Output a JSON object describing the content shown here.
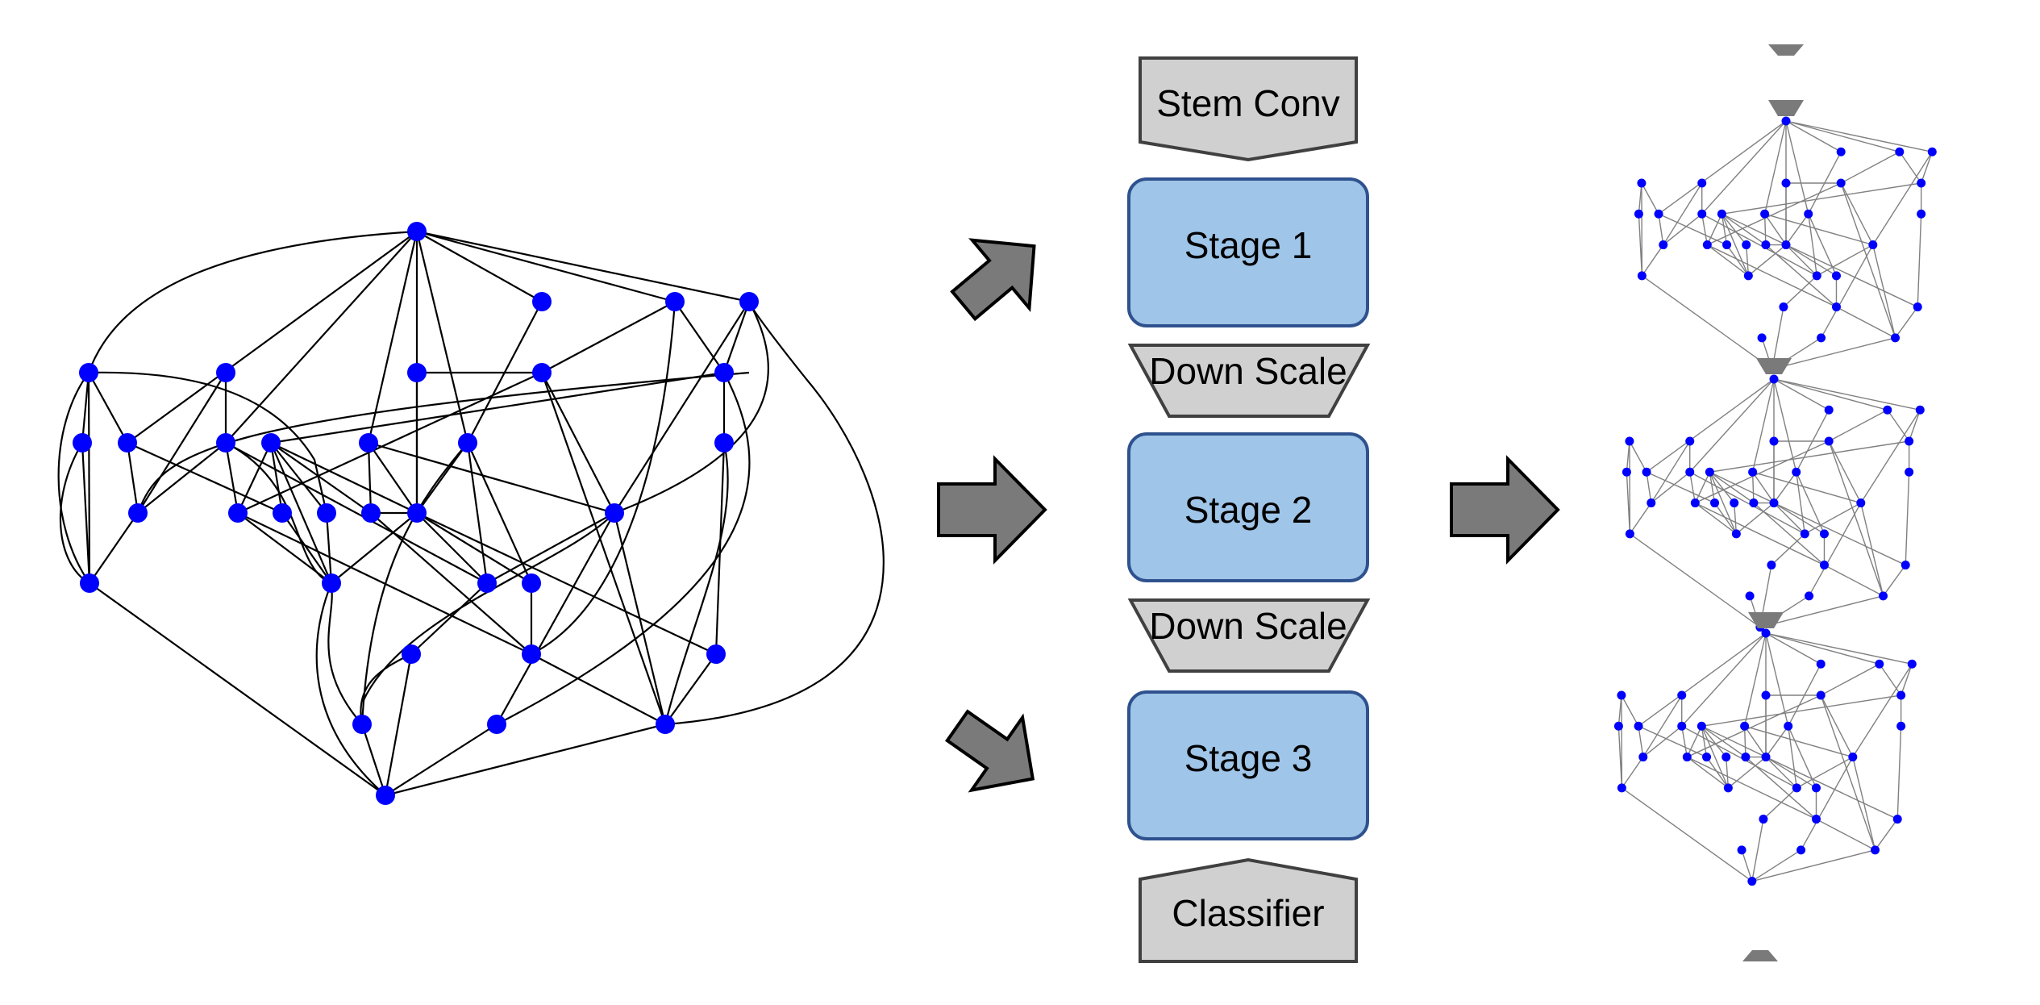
{
  "labels": {
    "stem": "Stem Conv",
    "stage1": "Stage 1",
    "downscale1": "Down Scale",
    "stage2": "Stage 2",
    "downscale2": "Down Scale",
    "stage3": "Stage 3",
    "classifier": "Classifier"
  },
  "colors": {
    "node": "#0000ff",
    "stage_fill": "#9fc5e8",
    "stage_border": "#2f528f",
    "block_fill": "#d0d0d0",
    "arrow_fill": "#7a7a7a",
    "edge": "#000000",
    "small_edge": "#808080"
  },
  "icons": [
    "arrow-icon",
    "trapezoid-cap-icon"
  ]
}
